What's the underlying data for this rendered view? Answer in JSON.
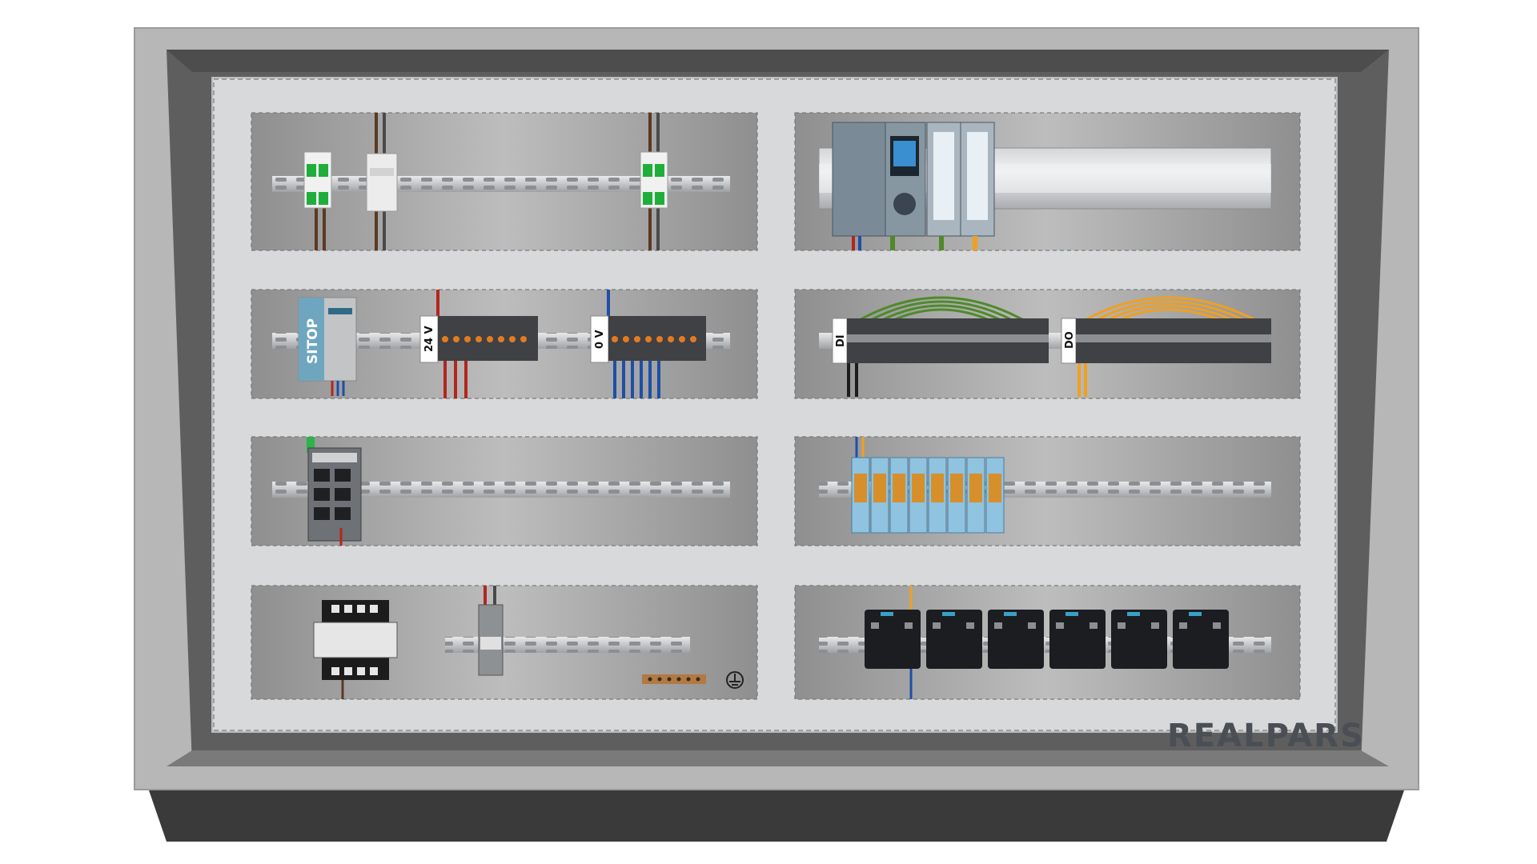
{
  "brand": {
    "name": "REALPARS"
  },
  "labels": {
    "terminal_24v": "24 V",
    "terminal_0v": "0 V",
    "terminal_di": "DI",
    "terminal_do": "DO",
    "power_supply": "SITOP"
  },
  "colors": {
    "cabinet_outer": "#b7b7b7",
    "cabinet_inner": "#6f6f6f",
    "base": "#3a3a3a",
    "duct": "#d7d9db",
    "mount_plate": "#a8a8a8",
    "din_rail": "#cfd1d3",
    "wire_red": "#b3261e",
    "wire_blue": "#1e4fa8",
    "wire_brown": "#5a3a22",
    "wire_green": "#4f8a2a",
    "wire_orange": "#f0a020",
    "plc": "#7a8a96"
  }
}
